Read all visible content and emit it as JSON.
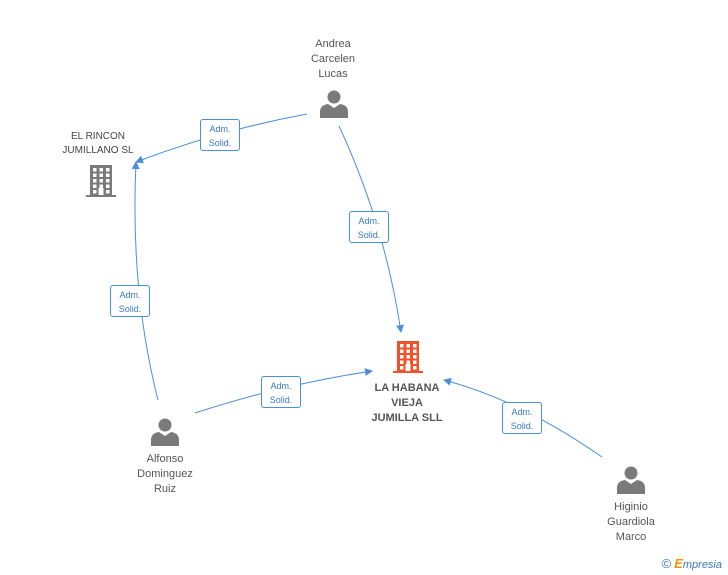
{
  "colors": {
    "edge": "#4a8fdb",
    "person": "#7a7a7a",
    "company": "#7a7a7a",
    "main_company": "#f0522a"
  },
  "nodes": [
    {
      "id": "andrea",
      "type": "person",
      "lines": [
        "Andrea",
        "Carcelen",
        "Lucas"
      ],
      "icon": "person-icon"
    },
    {
      "id": "rincon",
      "type": "company",
      "lines": [
        "EL RINCON",
        "JUMILLANO SL"
      ],
      "icon": "building-icon"
    },
    {
      "id": "habana",
      "type": "main",
      "lines": [
        "LA HABANA",
        "VIEJA",
        "JUMILLA SLL"
      ],
      "icon": "building-icon"
    },
    {
      "id": "alfonso",
      "type": "person",
      "lines": [
        "Alfonso",
        "Dominguez",
        "Ruiz"
      ],
      "icon": "person-icon"
    },
    {
      "id": "higinio",
      "type": "person",
      "lines": [
        "Higinio",
        "Guardiola",
        "Marco"
      ],
      "icon": "person-icon"
    }
  ],
  "edges": [
    {
      "from": "andrea",
      "to": "rincon",
      "label": [
        "Adm.",
        "Solid."
      ]
    },
    {
      "from": "andrea",
      "to": "habana",
      "label": [
        "Adm.",
        "Solid."
      ]
    },
    {
      "from": "alfonso",
      "to": "rincon",
      "label": [
        "Adm.",
        "Solid."
      ]
    },
    {
      "from": "alfonso",
      "to": "habana",
      "label": [
        "Adm.",
        "Solid."
      ]
    },
    {
      "from": "higinio",
      "to": "habana",
      "label": [
        "Adm.",
        "Solid."
      ]
    }
  ],
  "footer": {
    "copyright": "©",
    "brand_initial": "E",
    "brand_rest": "mpresia"
  }
}
